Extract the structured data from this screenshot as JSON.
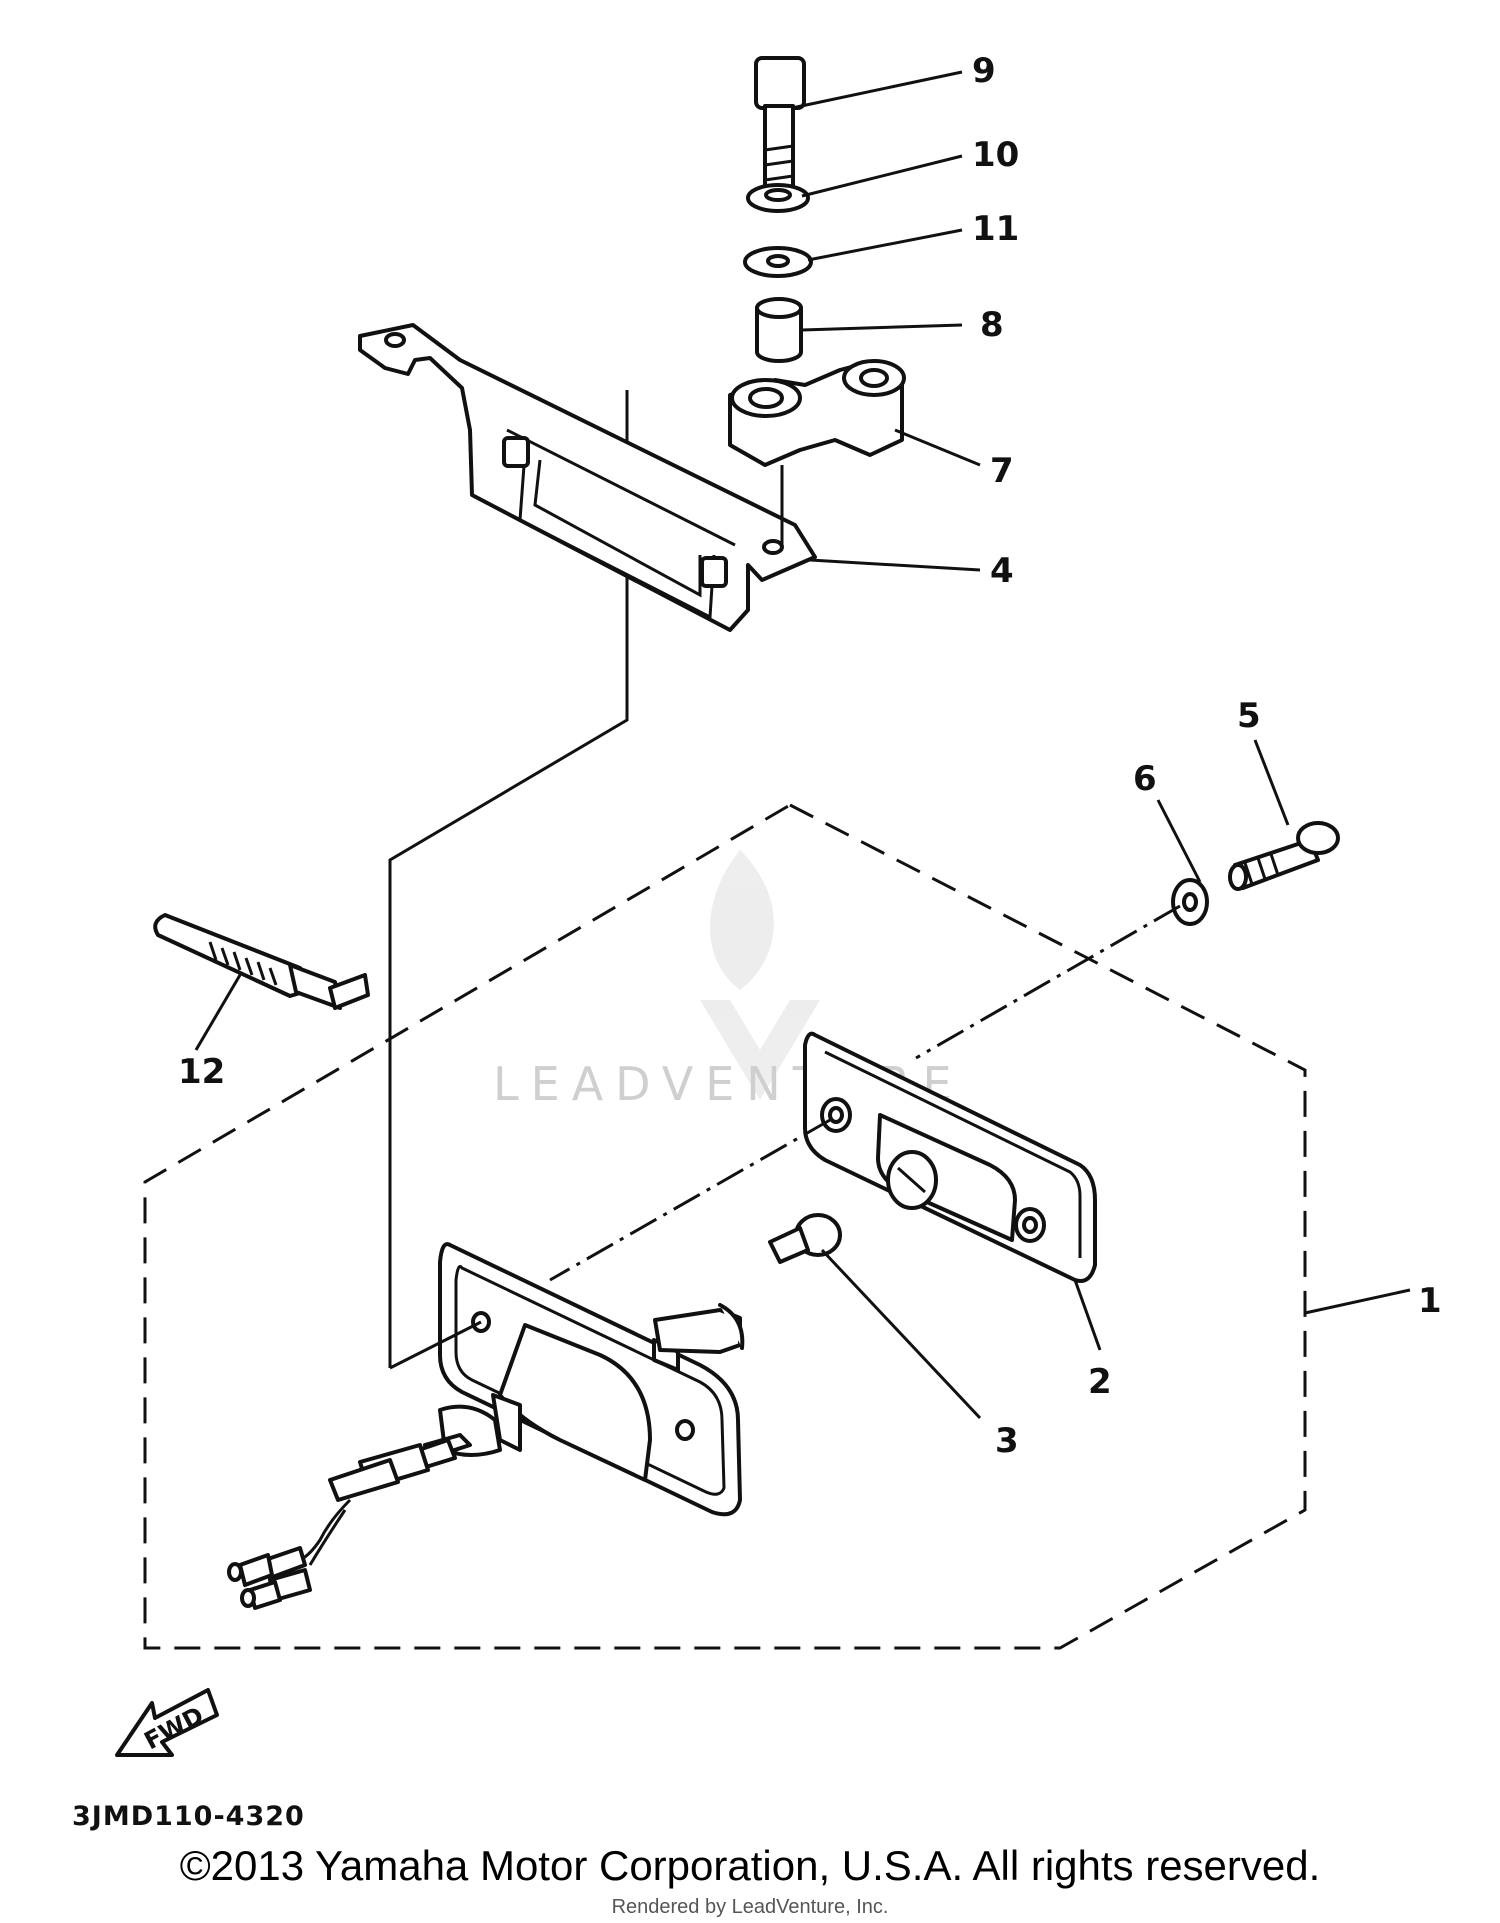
{
  "callouts": {
    "c1": "1",
    "c2": "2",
    "c3": "3",
    "c4": "4",
    "c5": "5",
    "c6": "6",
    "c7": "7",
    "c8": "8",
    "c9": "9",
    "c10": "10",
    "c11": "11",
    "c12": "12"
  },
  "fwd_label": "FWD",
  "part_code": "3JMD110-4320",
  "watermark": "LEADVENTURE",
  "copyright": "©2013 Yamaha Motor Corporation, U.S.A. All rights reserved.",
  "rendered_by": "Rendered by LeadVenture, Inc."
}
